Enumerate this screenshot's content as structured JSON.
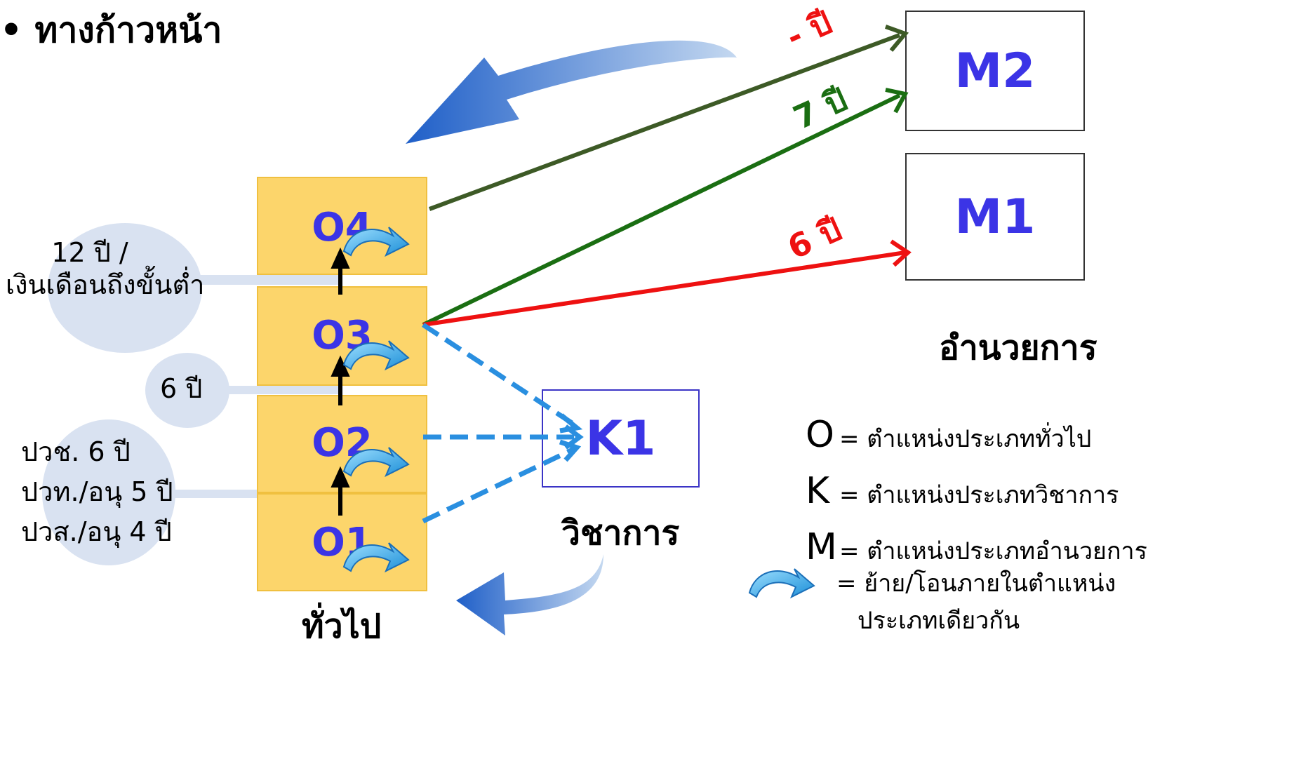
{
  "title": "• ทางก้าวหน้า",
  "bubbles": [
    {
      "lines": [
        "12 ปี /",
        "เงินเดือนถึงขั้นต่ำ"
      ]
    },
    {
      "lines": [
        "6 ปี"
      ]
    },
    {
      "lines": [
        "ปวช. 6 ปี",
        "ปวท./อนุ 5 ปี",
        "ปวส./อนุ 4 ปี"
      ]
    }
  ],
  "levels": [
    "O4",
    "O3",
    "O2",
    "O1"
  ],
  "boxes": {
    "m2": "M2",
    "m1": "M1",
    "k1": "K1"
  },
  "categories": {
    "general": "ทั่วไป",
    "academic": "วิชาการ",
    "executive": "อำนวยการ"
  },
  "durations": {
    "m2": "- ปี",
    "m2_from_o3": "7 ปี",
    "m1": "6 ปี"
  },
  "legend": [
    {
      "key": "O",
      "desc": "= ตำแหน่งประเภททั่วไป"
    },
    {
      "key": "K",
      "desc": "= ตำแหน่งประเภทวิชาการ"
    },
    {
      "key": "M",
      "desc": "= ตำแหน่งประเภทอำนวยการ"
    }
  ],
  "legend_icon": {
    "icon": "curved-arrow-icon",
    "lines": [
      "= ย้าย/โอนภายในตำแหน่ง",
      "ประเภทเดียวกัน"
    ]
  },
  "colors": {
    "level_fill": "#fcd56b",
    "label_blue": "#3b34e6",
    "red": "#ee1111",
    "dark_green": "#3d5a26",
    "green": "#1a6e12",
    "dashed_blue": "#2a8fe0",
    "bubble": "#d9e2f1"
  }
}
